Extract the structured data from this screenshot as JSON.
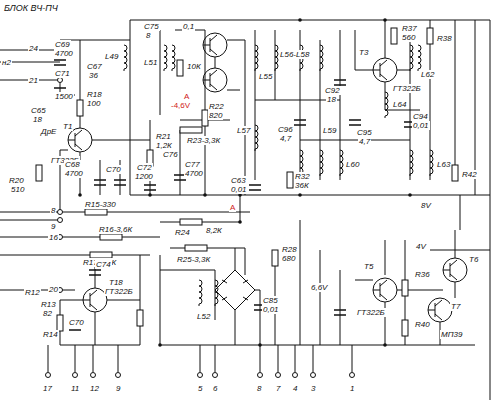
{
  "diagram": {
    "title": "БЛОК ВЧ-ПЧ",
    "labels": [
      "н2",
      "24",
      "C69",
      "4700",
      "21",
      "C71",
      "1500",
      "C65",
      "18",
      "ДрЕ",
      "C67",
      "36",
      "L49",
      "R18",
      "100",
      "T1",
      "ГТ322Б",
      "R21",
      "1,2К",
      "R20",
      "510",
      "C68",
      "4700",
      "C70",
      "C72",
      "1200",
      "8",
      "R15-330",
      "9",
      "16",
      "R16-3,6К",
      "R17-1,2К",
      "20",
      "C74",
      "T18",
      "ГТ322Б",
      "R12",
      "R13",
      "82",
      "C70",
      "R14",
      "17",
      "11",
      "12",
      "9",
      "C75",
      "8",
      "0,1",
      "L51",
      "10К",
      "A",
      "-4,6V",
      "R22",
      "820",
      "R23-3,3К",
      "C77",
      "4700",
      "C76",
      "R24",
      "8,2К",
      "A",
      "R25-3,3К",
      "L52",
      "R28",
      "680",
      "C85",
      "0,01",
      "5",
      "6",
      "8",
      "7",
      "4",
      "3",
      "L55",
      "L56-L58",
      "C92",
      "18",
      "R37",
      "560",
      "R38",
      "T3",
      "ГТ322Б",
      "L62",
      "L64",
      "C94",
      "0,01",
      "L57",
      "C96",
      "4,7",
      "L59",
      "C95",
      "4,7",
      "L60",
      "L63",
      "C63",
      "0,01",
      "R32",
      "36К",
      "R42",
      "8V",
      "T5",
      "ГТ322Б",
      "6,6V",
      "4V",
      "T6",
      "T7",
      "МП39",
      "R36",
      "R40",
      "1"
    ]
  }
}
